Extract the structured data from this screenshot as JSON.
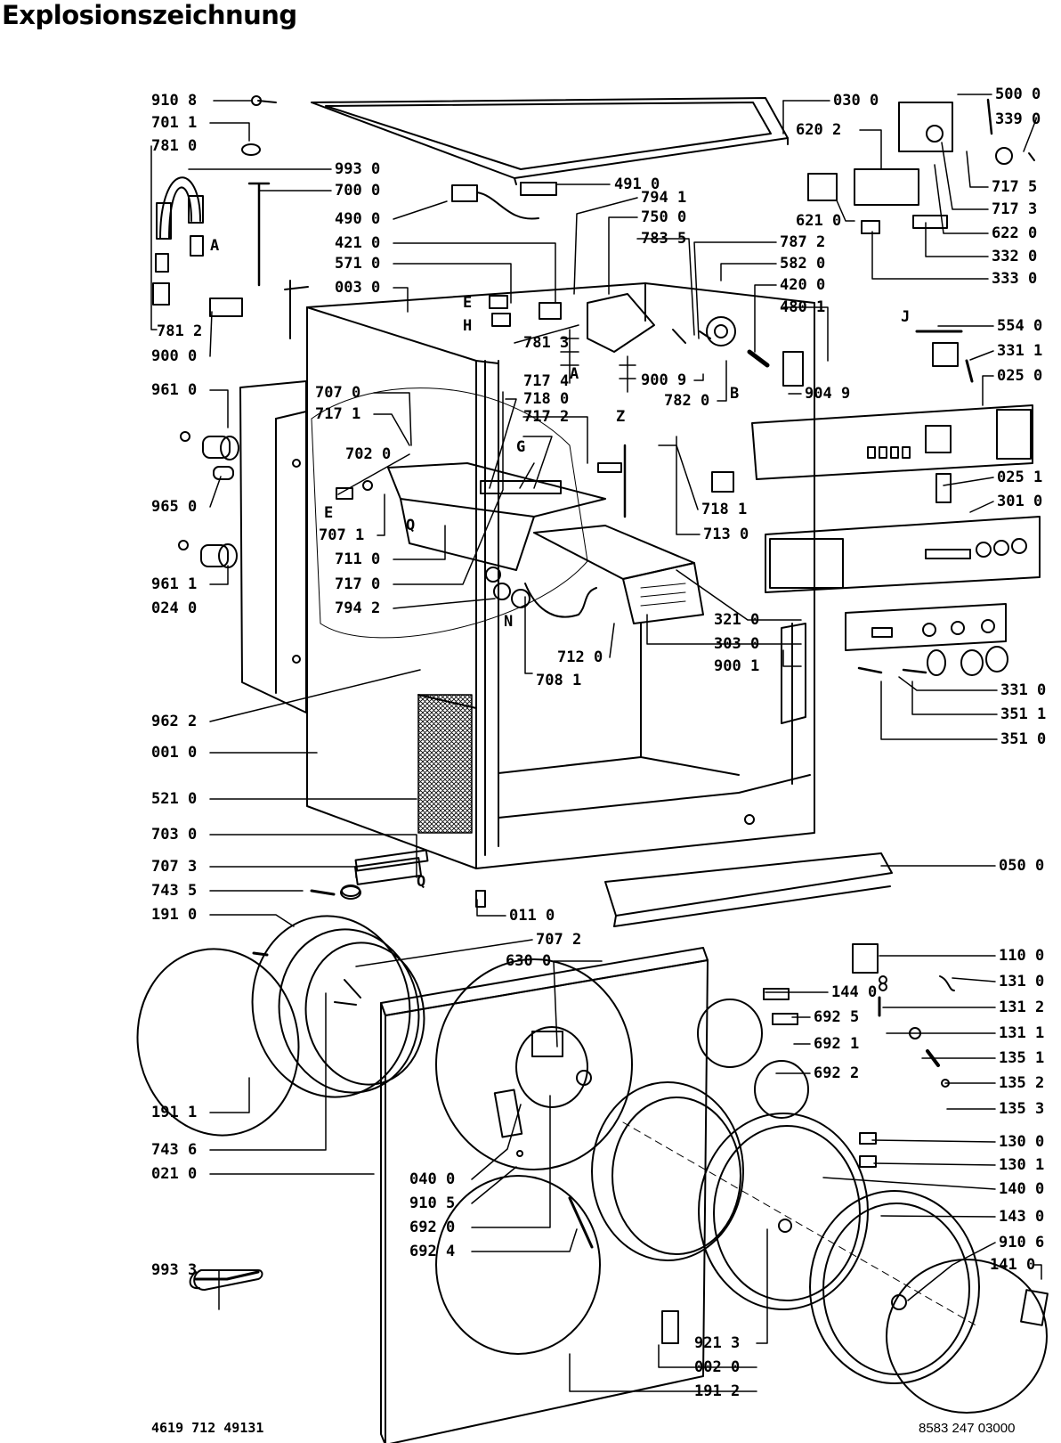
{
  "title": "Explosionszeichnung",
  "footer": {
    "left": "4619 712 49131",
    "right": "8583 247 03000"
  },
  "letters": [
    "A",
    "E",
    "H",
    "A",
    "B",
    "Z",
    "G",
    "Q",
    "N",
    "J",
    "E",
    "Q"
  ],
  "labels": [
    "910 8",
    "701 1",
    "781 0",
    "993 0",
    "700 0",
    "490 0",
    "421 0",
    "571 0",
    "003 0",
    "781 2",
    "900 0",
    "961 0",
    "707 0",
    "717 1",
    "702 0",
    "965 0",
    "707 1",
    "711 0",
    "961 1",
    "717 0",
    "794 2",
    "024 0",
    "962 2",
    "001 0",
    "521 0",
    "703 0",
    "707 3",
    "743 5",
    "191 0",
    "191 1",
    "743 6",
    "021 0",
    "993 3",
    "491 0",
    "794 1",
    "750 0",
    "783 5",
    "781 3",
    "717 4",
    "718 0",
    "717 2",
    "712 0",
    "708 1",
    "011 0",
    "707 2",
    "630 0",
    "040 0",
    "910 5",
    "692 0",
    "692 4",
    "921 3",
    "002 0",
    "191 2",
    "030 0",
    "620 2",
    "500 0",
    "339 0",
    "717 5",
    "717 3",
    "621 0",
    "622 0",
    "332 0",
    "333 0",
    "787 2",
    "582 0",
    "420 0",
    "480 1",
    "900 9",
    "782 0",
    "904 9",
    "554 0",
    "331 1",
    "025 0",
    "025 1",
    "718 1",
    "713 0",
    "301 0",
    "321 0",
    "303 0",
    "900 1",
    "331 0",
    "351 1",
    "351 0",
    "050 0",
    "110 0",
    "131 0",
    "131 2",
    "131 1",
    "144 0",
    "692 5",
    "692 1",
    "135 1",
    "692 2",
    "135 2",
    "135 3",
    "130 0",
    "130 1",
    "140 0",
    "143 0",
    "910 6",
    "141 0"
  ]
}
